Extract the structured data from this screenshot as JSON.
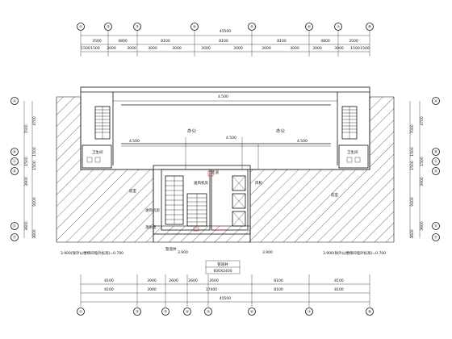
{
  "top_axes": [
    "①",
    "②",
    "③",
    "④",
    "⑤",
    "⑥",
    "⑦",
    "⑧"
  ],
  "bottom_axes": [
    "①",
    "②",
    "③",
    "④",
    "⑤",
    "⑥",
    "⑦",
    "⑧"
  ],
  "left_axes": [
    "Ⓐ",
    "Ⓑ",
    "Ⓒ",
    "Ⓓ",
    "Ⓔ",
    "Ⓕ"
  ],
  "right_axes": [
    "Ⓐ",
    "Ⓑ",
    "Ⓒ",
    "Ⓓ",
    "Ⓔ",
    "Ⓕ"
  ],
  "top_dims": {
    "total": "45500",
    "row1": [
      "3500",
      "4800",
      "8100",
      "8100",
      "8100",
      "4800",
      "3500"
    ],
    "row2": [
      "1500",
      "1500",
      "3000",
      "3000",
      "3000",
      "3000",
      "3000",
      "3000",
      "3000",
      "3000",
      "3000",
      "3000",
      "1500",
      "1500"
    ]
  },
  "bottom_dims": {
    "total": "45500",
    "row1": [
      "8100",
      "3900",
      "2600",
      "2600",
      "2600",
      "8100",
      "8100"
    ],
    "row2": [
      "8100",
      "3900",
      "17400",
      "8100",
      "8100"
    ]
  },
  "left_dims": [
    "7000",
    "4700",
    "1500",
    "1500",
    "1500",
    "3900",
    "9100",
    "3600",
    "3600"
  ],
  "right_dims": [
    "7000",
    "4700",
    "1500",
    "1500",
    "1500",
    "3900",
    "9100",
    "3600",
    "3600"
  ],
  "rooms": {
    "office_left": "办公",
    "office_right": "办公",
    "toilet_left": "卫生间",
    "toilet_right": "卫生间",
    "corridor": "走道",
    "lobby_left": "前室",
    "lobby_right": "前室",
    "machine": "风机",
    "pump": "消防泵",
    "smoke": "送风机房",
    "ventilation": "进风机房",
    "shaft": "管道井"
  },
  "elevations": {
    "h1": "4.500",
    "h2": "4.500",
    "h3": "4.500",
    "h4": "4.500",
    "bottom_left": "3.900",
    "bottom_right": "3.900"
  },
  "notes": {
    "left": "3.900(除外以楼梯间墙外标高)=0.700",
    "right": "3.900(除外以楼梯间墙外标高)=0.700"
  },
  "table": {
    "title": "管道井",
    "value": "600X2400"
  },
  "colors": {
    "line": "#111111",
    "accent": "#d11111"
  }
}
